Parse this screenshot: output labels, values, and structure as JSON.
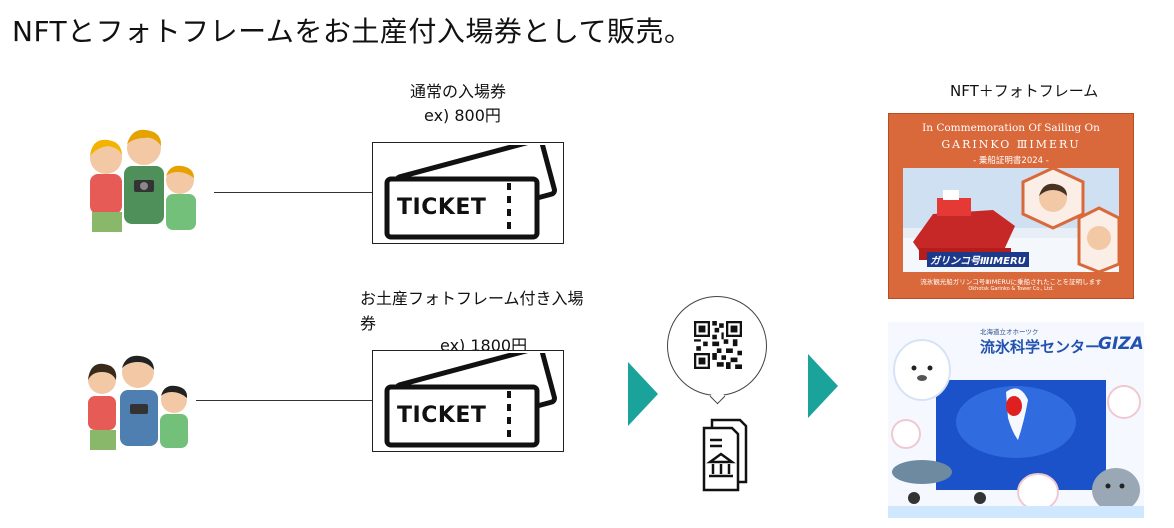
{
  "title": "NFTとフォトフレームをお土産付入場券として販売。",
  "regular": {
    "label": "通常の入場券",
    "price": "ex) 800円",
    "ticket_text": "TICKET"
  },
  "souvenir": {
    "label_line1": "お土産フォトフレーム付き入場",
    "label_line2": "券",
    "price": "ex) 1800円",
    "ticket_text": "TICKET"
  },
  "right_header": "NFT＋フォトフレーム",
  "certificate": {
    "heading": "In Commemoration Of Sailing On",
    "ship": "GARINKO ⅢIMERU",
    "subheading": "- 乗船証明書2024 -",
    "ship_logo": "ガリンコ号ⅢIMERU",
    "footer": "流氷観光船ガリンコ号ⅢIMERUに乗船されたことを証明します",
    "company": "Okhotsk Garinko & Tower Co., Ltd."
  },
  "giza": {
    "small": "北海道立オホーツク",
    "name": "流氷科学センター",
    "logo": "GIZA"
  },
  "colors": {
    "accent": "#1aa39a",
    "certificate": "#d9683a"
  }
}
